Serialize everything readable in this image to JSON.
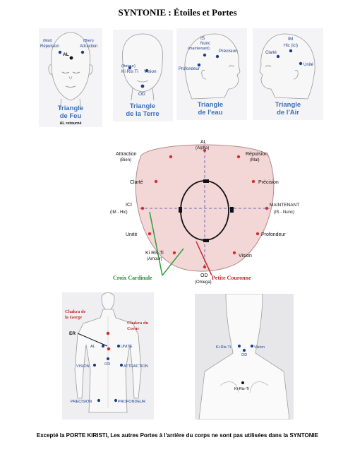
{
  "title": "SYNTONIE : Étoiles et Portes",
  "footer": "Excepté la PORTE KIRISTI, Les autres Portes à l'arrière du corps ne sont pas utilisées dans la SYNTONIE",
  "heads": {
    "fire": {
      "mal": "(Mal)",
      "bien": "(Bien)",
      "repulsion": "Répulsion",
      "attraction": "Attraction",
      "al": "AL",
      "title1": "Triangle",
      "title2": "de Feu",
      "note": "AL retourné"
    },
    "earth": {
      "amour": "(Amour)",
      "kiristi": "Ki Ris Ti",
      "vision": "Vision",
      "od": "OD",
      "title1": "Triangle",
      "title2": "de la Terre"
    },
    "water": {
      "is": "IS",
      "nunc": "Nunc",
      "maintenant": "(maintenant)",
      "precision": "Précision",
      "profondeur": "Profondeur",
      "title1": "Triangle",
      "title2": "de l'eau"
    },
    "air": {
      "im": "IM",
      "hic": "Hic (ici)",
      "clarte": "Clarté",
      "unite": "Unité",
      "title1": "Triangle",
      "title2": "de l'Air"
    }
  },
  "top_view": {
    "attraction": "Attraction",
    "bien": "(Bien)",
    "al": "AL",
    "alpha": "(Alpha)",
    "repulsion": "Répulsion",
    "mal": "(Mal)",
    "clarte": "Clarté",
    "precision": "Précision",
    "ici": "ICI",
    "im_hic": "(IM - Hic)",
    "maintenant": "MAINTENANT",
    "is_nunc": "(IS - Nunc)",
    "unite": "Unité",
    "profondeur": "Profondeur",
    "kiristi": "Ki Ris Ti",
    "amour": "(Amour)",
    "vision": "Vision",
    "od": "OD",
    "omega": "(Omega)",
    "croix": "Croix Cardinale",
    "couronne": "Petite Couronne"
  },
  "body_front": {
    "gorge1": "Chakra de",
    "gorge2": "la Gorge",
    "coeur1": "Chakra du",
    "coeur2": "Coeur",
    "er": "ER",
    "al": "AL",
    "unite": "UNITE",
    "od": "OD",
    "vision": "VISION",
    "attraction": "ATTRACTION",
    "precision": "PRECISION",
    "profondeur": "PROFONDEUR"
  },
  "body_back": {
    "kiristi": "Ki-Ris-Ti",
    "vision": "Vision",
    "od": "OD",
    "kiristi2": "Ki-Ris-Ti"
  }
}
